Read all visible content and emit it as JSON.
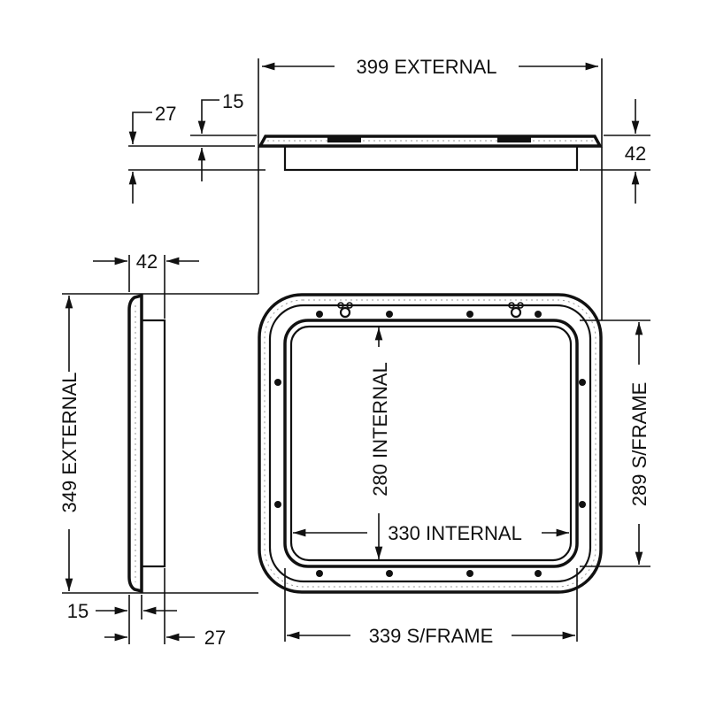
{
  "dimensions": {
    "top_width": "399 EXTERNAL",
    "top_27": "27",
    "top_15": "15",
    "top_42": "42",
    "side_42": "42",
    "side_height": "349 EXTERNAL",
    "side_15": "15",
    "side_27": "27",
    "internal_height": "280 INTERNAL",
    "internal_width": "330 INTERNAL",
    "subframe_height": "289 S/FRAME",
    "subframe_width": "339 S/FRAME"
  },
  "colors": {
    "line": "#111111",
    "background": "#ffffff"
  }
}
